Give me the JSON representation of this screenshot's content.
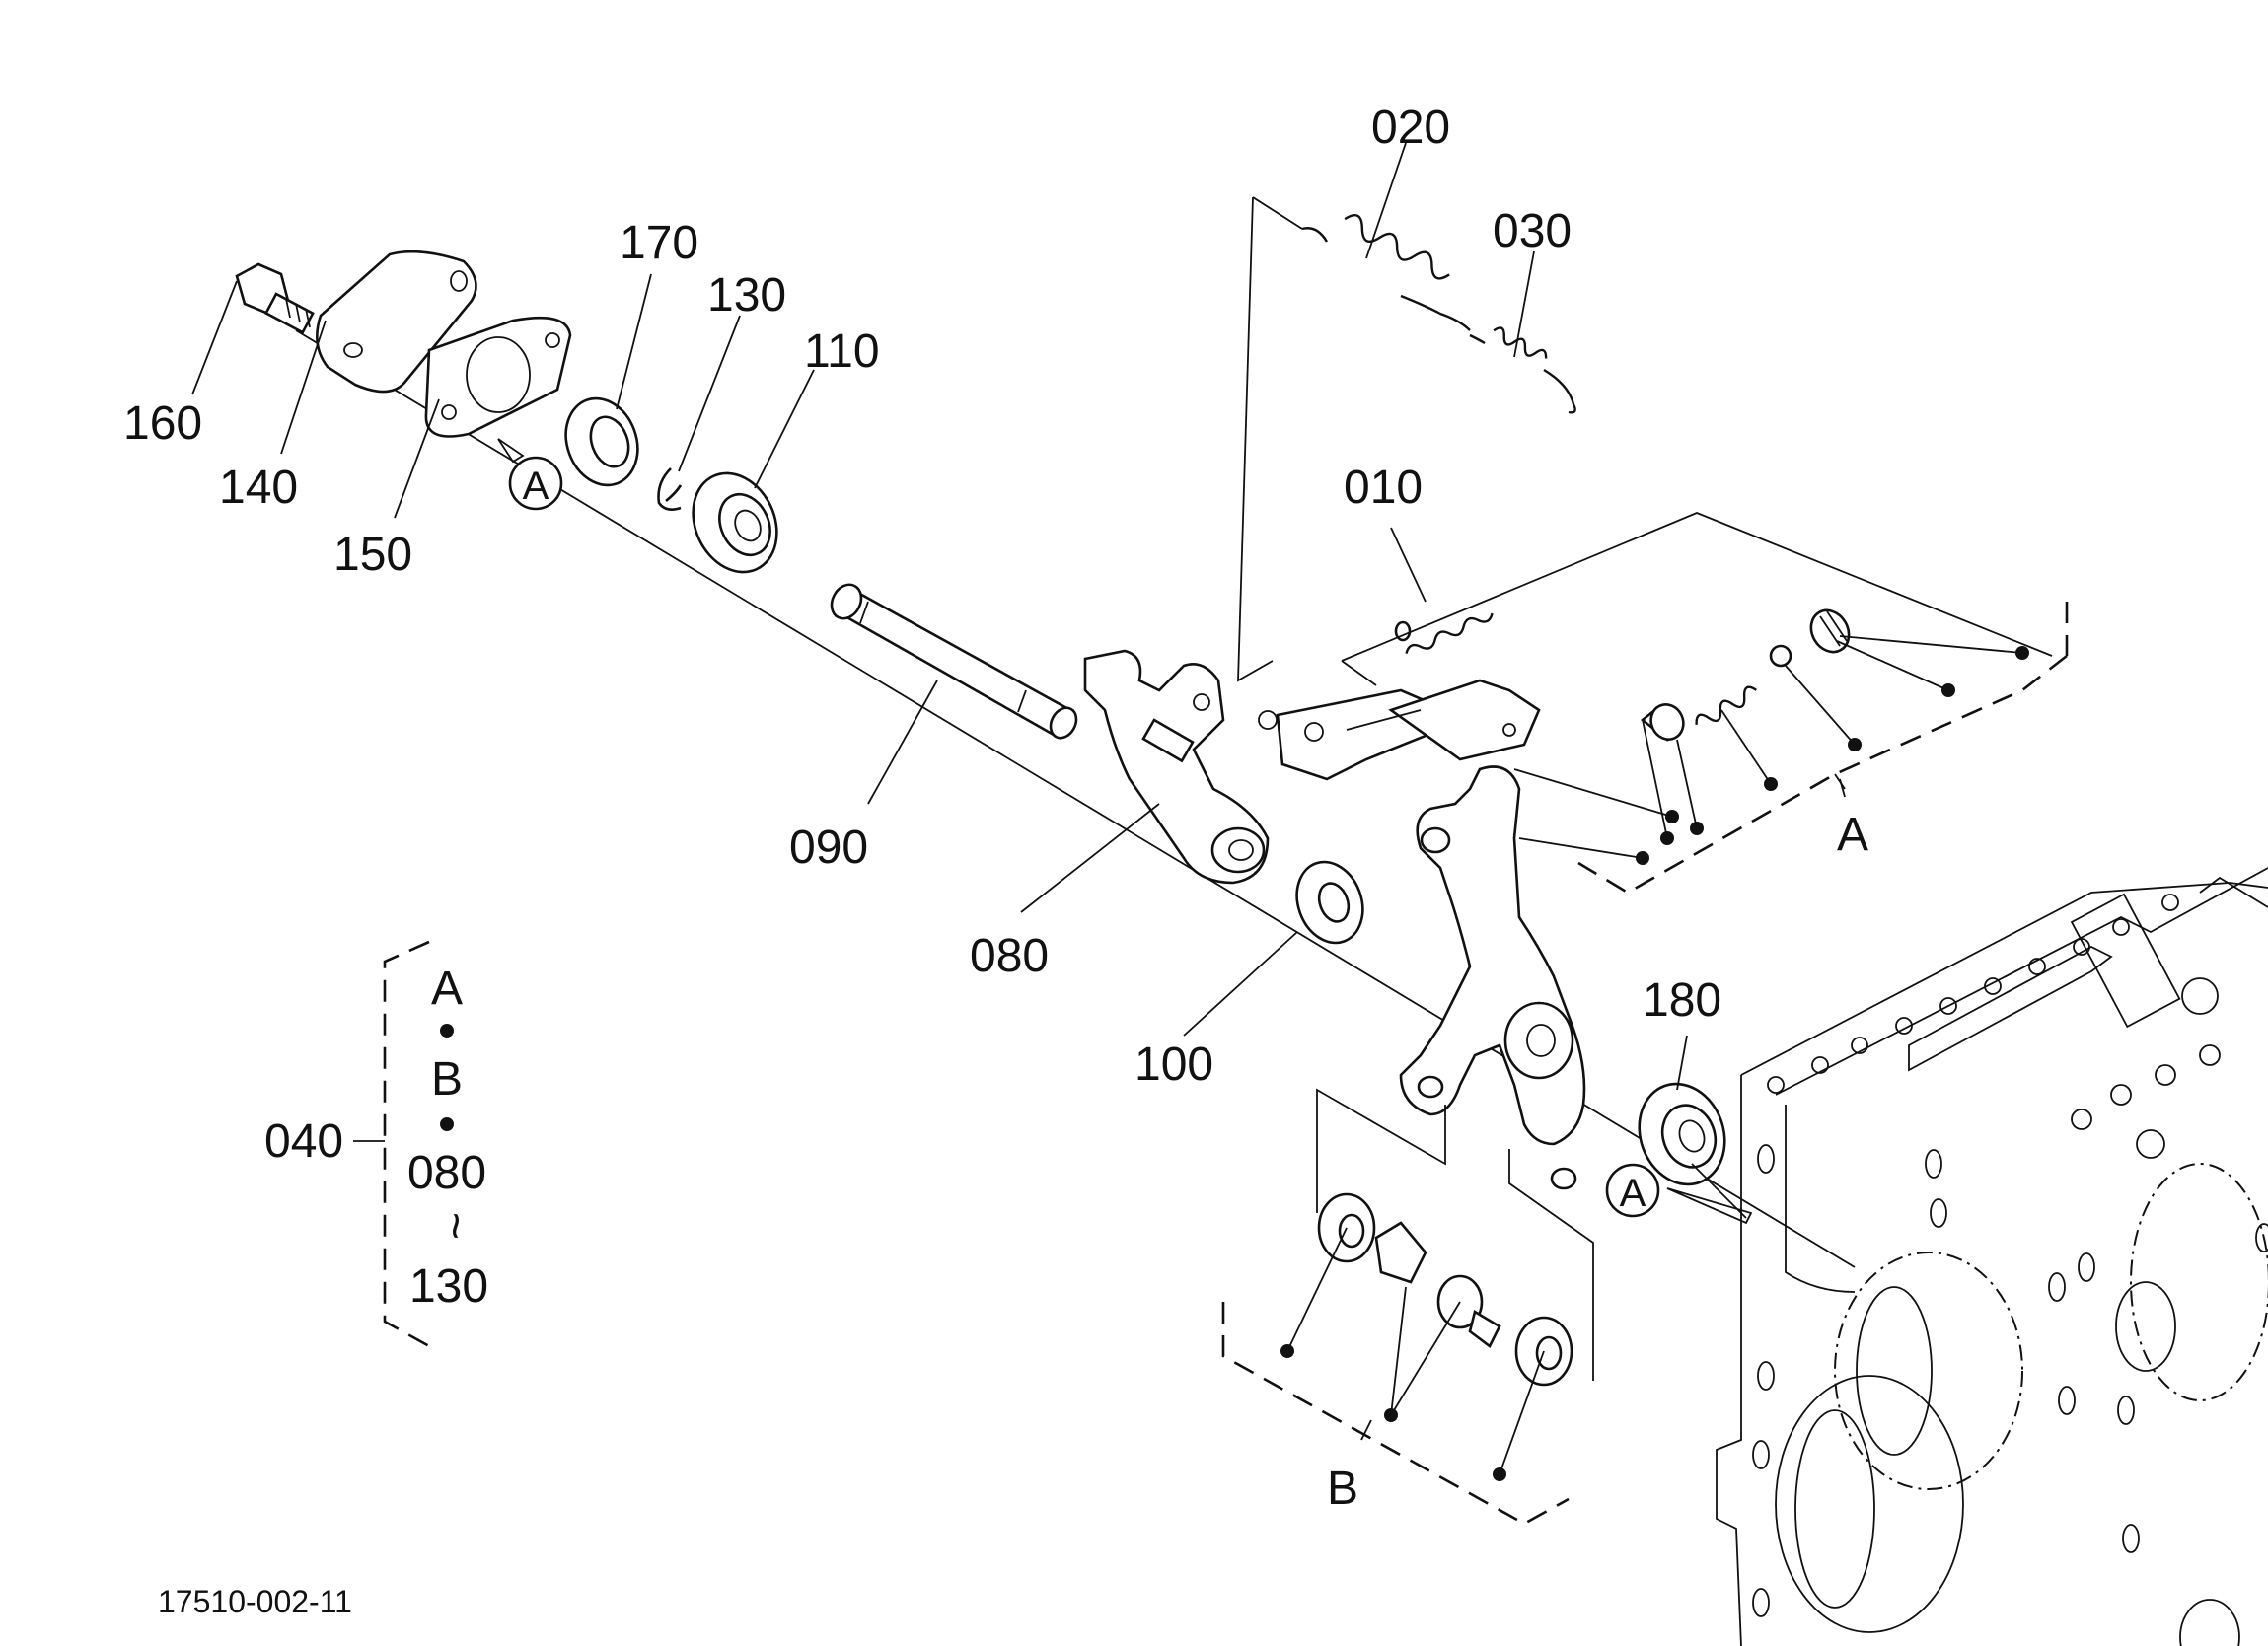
{
  "diagram": {
    "part_labels": {
      "p010": "010",
      "p020": "020",
      "p030": "030",
      "p040": "040",
      "p080": "080",
      "p090": "090",
      "p100": "100",
      "p110": "110",
      "p130": "130",
      "p140": "140",
      "p150": "150",
      "p160": "160",
      "p170": "170",
      "p180": "180"
    },
    "group_labels": {
      "group_a": "A",
      "group_b": "B"
    },
    "circle_markers": {
      "marker_a_left": "A",
      "marker_a_right": "A"
    },
    "legend_040": {
      "line1": "A",
      "line2": "B",
      "line3": "080",
      "tilde": "~",
      "line4": "130"
    },
    "drawing_number": "17510-002-11"
  }
}
